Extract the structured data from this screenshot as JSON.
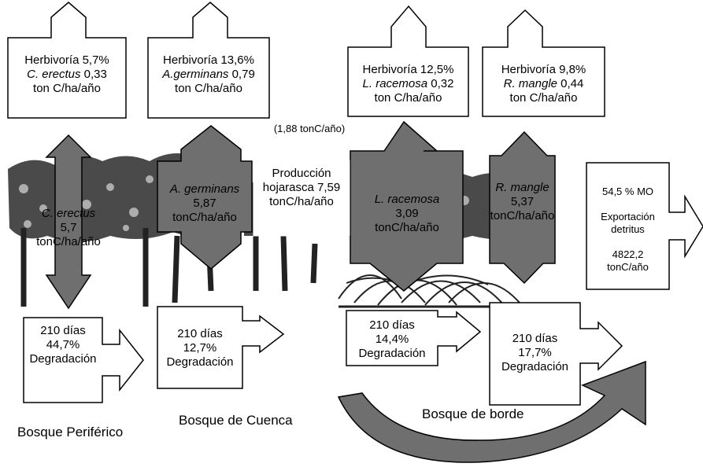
{
  "colors": {
    "arrow_dark": "#6f6f6f",
    "arrow_stroke": "#000000",
    "background": "#ffffff",
    "foliage": "#2a2a2a"
  },
  "herbivory": [
    {
      "line1": "Herbivoría 5,7%",
      "species": "C. erectus",
      "value": "0,33",
      "unit": "ton C/ha/año"
    },
    {
      "line1": "Herbivoría 13,6%",
      "species": "A.germinans",
      "value": "0,79",
      "unit": "ton C/ha/año"
    },
    {
      "line1": "Herbivoría 12,5%",
      "species": "L. racemosa",
      "value": "0,32",
      "unit": "ton C/ha/año"
    },
    {
      "line1": "Herbivoría 9,8%",
      "species": "R. mangle",
      "value": "0,44",
      "unit": "ton C/ha/año"
    }
  ],
  "species_arrows": [
    {
      "species": "C. erectus",
      "value": "5,7",
      "unit": "tonC/ha/año"
    },
    {
      "species": "A. germinans",
      "value": "5,87",
      "unit": "tonC/ha/año"
    },
    {
      "species": "L. racemosa",
      "value": "3,09",
      "unit": "tonC/ha/año"
    },
    {
      "species": "R. mangle",
      "value": "5,37",
      "unit": "tonC/ha/año"
    }
  ],
  "total_note": "(1,88 tonC/año)",
  "litter": {
    "line1": "Producción",
    "line2": "hojarasca 7,59",
    "line3": "tonC/ha/año"
  },
  "degradation": [
    {
      "days": "210 días",
      "percent": "44,7%",
      "label": "Degradación"
    },
    {
      "days": "210 días",
      "percent": "12,7%",
      "label": "Degradación"
    },
    {
      "days": "210 días",
      "percent": "14,4%",
      "label": "Degradación"
    },
    {
      "days": "210 días",
      "percent": "17,7%",
      "label": "Degradación"
    }
  ],
  "export": {
    "mo": "54,5 % MO",
    "line1": "Exportación",
    "line2": "detritus",
    "value": "4822,2",
    "unit": "tonC/año"
  },
  "forest_labels": {
    "periferico": "Bosque Periférico",
    "cuenca": "Bosque de Cuenca",
    "borde": "Bosque de borde"
  }
}
